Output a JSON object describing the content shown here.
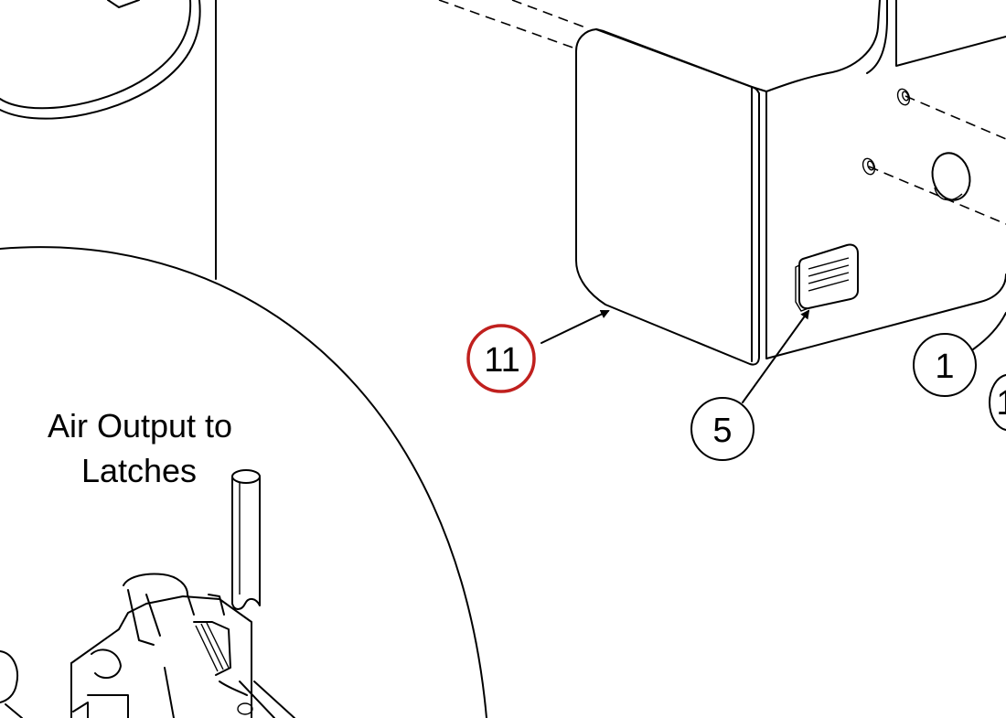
{
  "callouts": {
    "c11": {
      "label": "11",
      "highlight_color": "#c0201e"
    },
    "c5": {
      "label": "5"
    },
    "c1": {
      "label": "1"
    }
  },
  "annotation": {
    "line1": "Air Output to",
    "line2": "Latches"
  },
  "colors": {
    "line": "#000000",
    "background": "#ffffff",
    "highlight": "#c0201e"
  }
}
